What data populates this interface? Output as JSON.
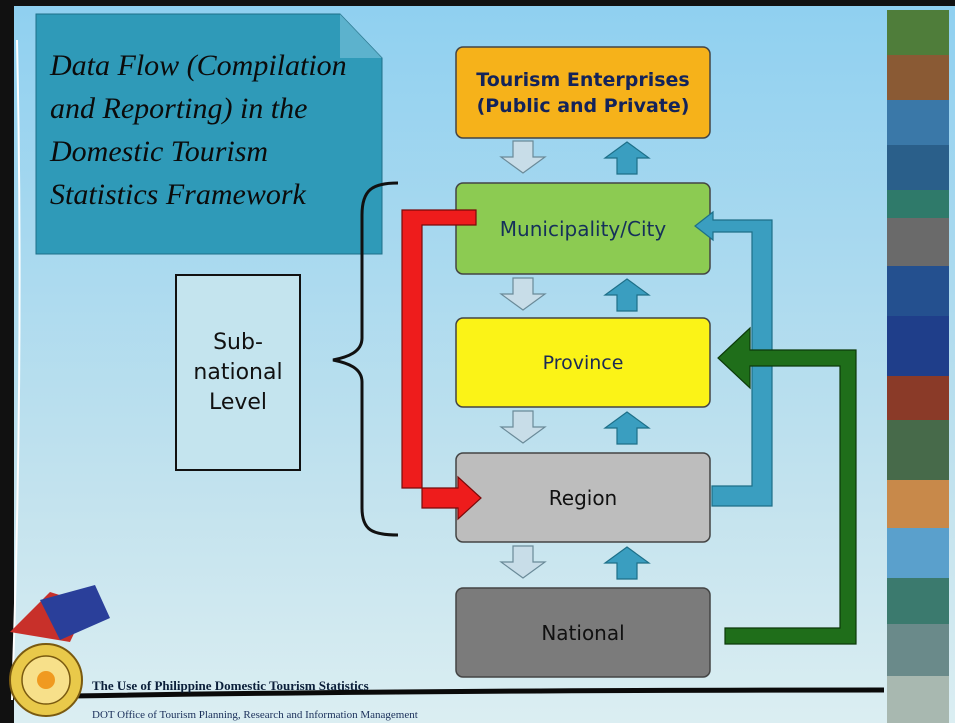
{
  "title": "Data Flow (Compilation and Reporting) in the Domestic Tourism Statistics Framework",
  "level_label": "Sub-national Level",
  "boxes": {
    "enterprises": "Tourism Enterprises (Public and Private)",
    "municipality": "Municipality/City",
    "province": "Province",
    "region": "Region",
    "national": "National"
  },
  "footer": {
    "line1": "The Use of Philippine Domestic Tourism Statistics",
    "line2": "DOT Office of Tourism Planning, Research and Information Management"
  },
  "colors": {
    "title_box": "#2f9ab8",
    "enterprises": "#f6b21a",
    "municipality": "#8ccb52",
    "province": "#fbf317",
    "region": "#bdbdbd",
    "national": "#7b7b7b",
    "down_arrow": "#c8dde8",
    "up_arrow": "#3a9ec0",
    "red_flow": "#ee1c1c",
    "blue_flow": "#3a9ec0",
    "green_flow": "#1f6e1a"
  }
}
